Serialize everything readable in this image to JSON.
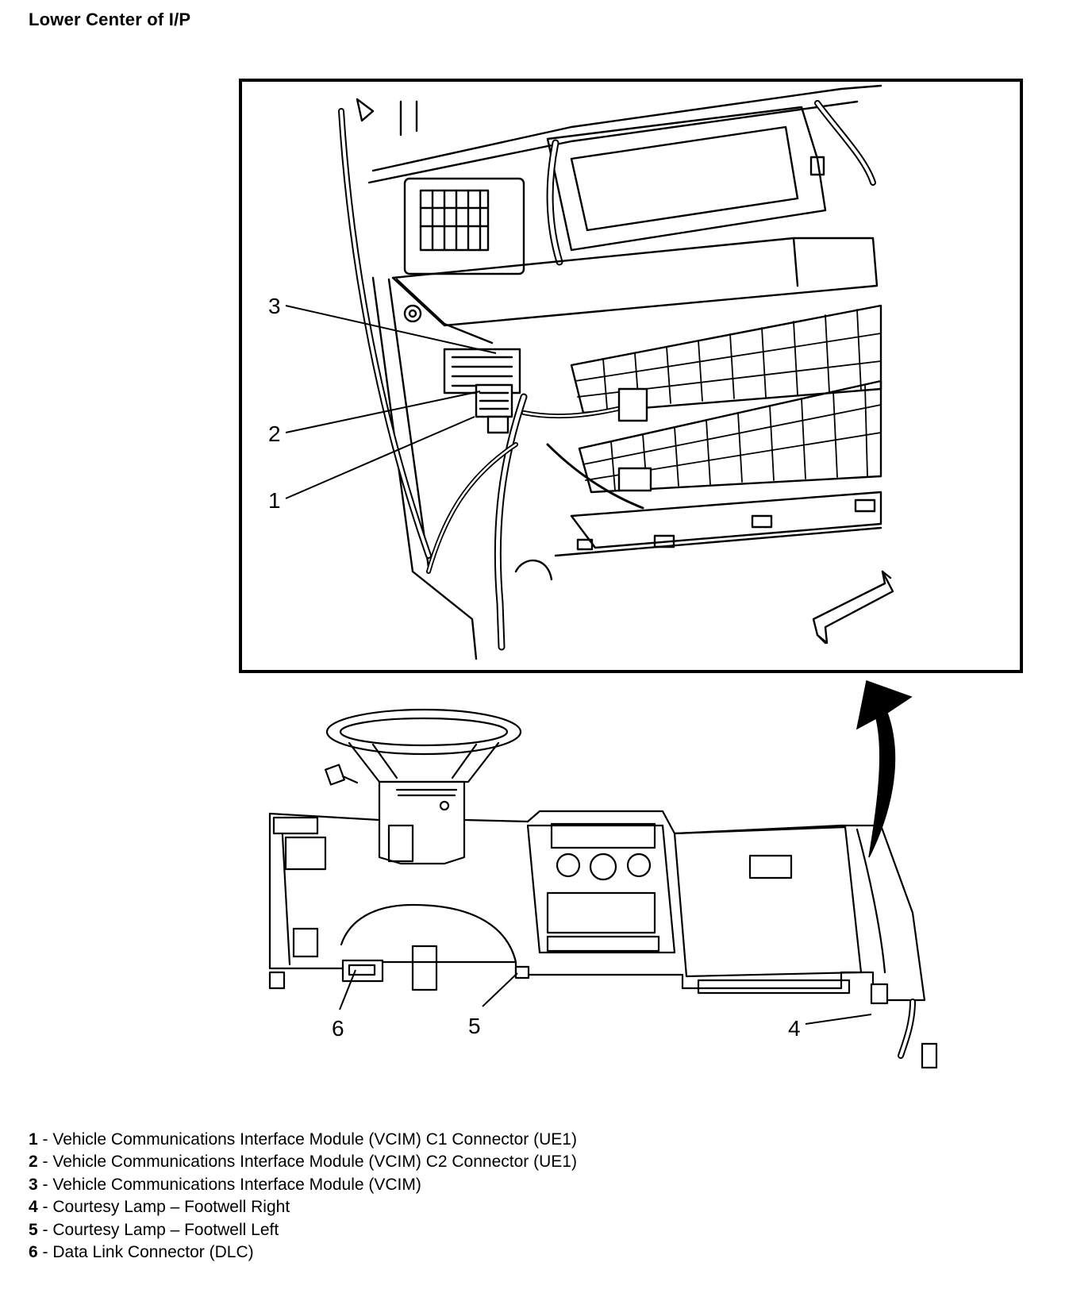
{
  "title": "Lower Center of I/P",
  "callouts": {
    "c1": "1",
    "c2": "2",
    "c3": "3",
    "c4": "4",
    "c5": "5",
    "c6": "6"
  },
  "legend": [
    {
      "num": "1",
      "sep": " - ",
      "text": "Vehicle Communications Interface Module (VCIM) C1 Connector (UE1)"
    },
    {
      "num": "2",
      "sep": " - ",
      "text": "Vehicle Communications Interface Module (VCIM) C2 Connector (UE1)"
    },
    {
      "num": "3",
      "sep": " - ",
      "text": "Vehicle Communications Interface Module (VCIM)"
    },
    {
      "num": "4",
      "sep": " - ",
      "text": "Courtesy Lamp – Footwell Right"
    },
    {
      "num": "5",
      "sep": " - ",
      "text": "Courtesy Lamp – Footwell Left"
    },
    {
      "num": "6",
      "sep": " - ",
      "text": "Data Link Connector (DLC)"
    }
  ]
}
